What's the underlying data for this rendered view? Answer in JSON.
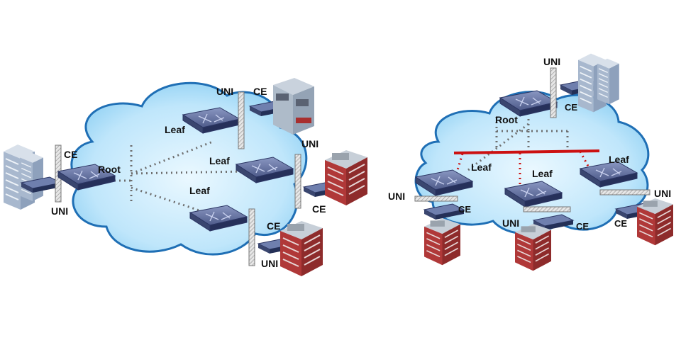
{
  "colors": {
    "cloud_fill": "#bfe6fb",
    "cloud_stroke": "#1f6fb5",
    "device_top": "#5d6b9a",
    "device_side": "#2e3a66",
    "dotted_line": "#6e6e6e",
    "red_bus": "#cc1111",
    "uni_bar": "#d8d8d8",
    "building": "#a7b6c9",
    "building_red": "#b03838"
  },
  "icons": [
    "cloud-shape",
    "switch-icon",
    "ce-router-icon",
    "uni-port-bar",
    "office-building-icon",
    "data-center-icon"
  ],
  "left_diagram": {
    "root": {
      "label": "Root",
      "ce": "CE",
      "uni": "UNI"
    },
    "leaves": [
      {
        "label": "Leaf",
        "ce": "CE",
        "uni": "UNI"
      },
      {
        "label": "Leaf",
        "ce": "CE",
        "uni": "UNI"
      },
      {
        "label": "Leaf",
        "ce": "CE",
        "uni": "UNI"
      }
    ]
  },
  "right_diagram": {
    "root": {
      "label": "Root",
      "ce": "CE",
      "uni": "UNI"
    },
    "leaves": [
      {
        "label": "Leaf",
        "ce": "CE",
        "uni": "UNI"
      },
      {
        "label": "Leaf",
        "ce": "CE",
        "uni": "UNI"
      },
      {
        "label": "Leaf",
        "ce": "CE",
        "uni": "UNI"
      }
    ]
  }
}
